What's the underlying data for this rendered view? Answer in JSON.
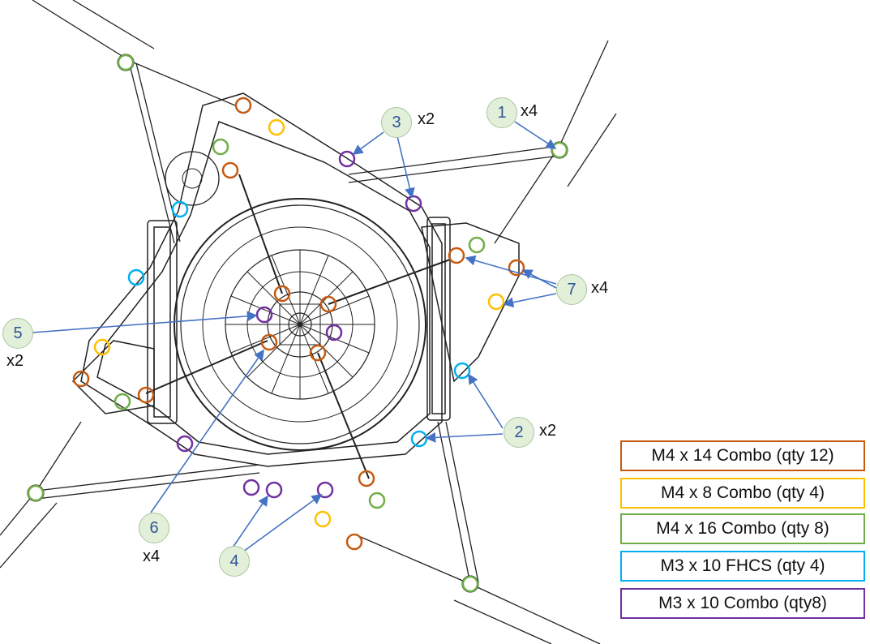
{
  "colors": {
    "orange": "#c55a11",
    "yellow": "#ffc000",
    "green": "#70ad47",
    "blue": "#00b0f0",
    "purple": "#7030a0",
    "arrow": "#4472c4",
    "callout_fill": "#e2efd9",
    "callout_text": "#2f5597"
  },
  "legend": [
    {
      "label": "M4 x 14 Combo (qty 12)",
      "color": "#c55a11"
    },
    {
      "label": "M4 x 8 Combo (qty 4)",
      "color": "#ffc000"
    },
    {
      "label": "M4 x 16 Combo (qty 8)",
      "color": "#70ad47"
    },
    {
      "label": "M3 x 10 FHCS (qty 4)",
      "color": "#00b0f0"
    },
    {
      "label": "M3 x 10 Combo (qty8)",
      "color": "#7030a0"
    }
  ],
  "callouts": [
    {
      "number": "1",
      "qty": "x4"
    },
    {
      "number": "2",
      "qty": "x2"
    },
    {
      "number": "3",
      "qty": "x2"
    },
    {
      "number": "4",
      "qty": ""
    },
    {
      "number": "5",
      "qty": "x2"
    },
    {
      "number": "6",
      "qty": "x4"
    },
    {
      "number": "7",
      "qty": "x4"
    }
  ]
}
